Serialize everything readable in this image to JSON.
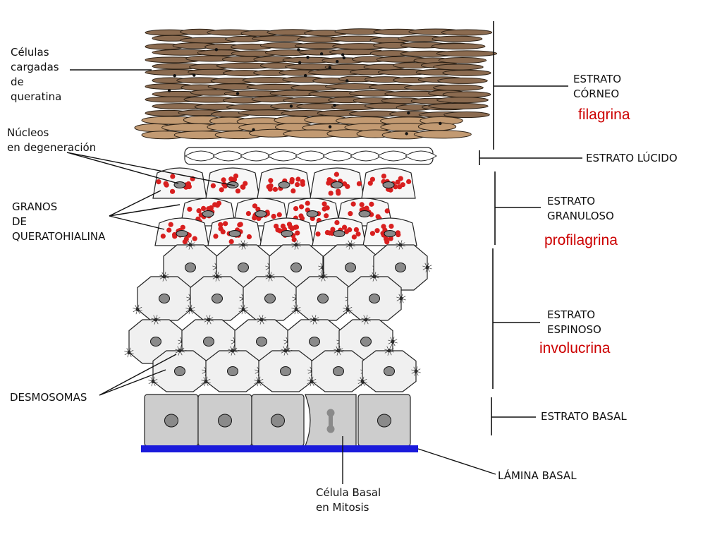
{
  "labels": {
    "corneo_cells": "Células\ncargadas\nde\nqueratina",
    "nuclei_degen": "Núcleos\nen degeneración",
    "keratohyalin": "GRANOS\nDE\nQUERATOHIALINA",
    "desmosomes": "DESMOSOMAS",
    "mitosis_cell": "Célula Basal\nen Mitosis",
    "basal_lamina": "LÁMINA BASAL"
  },
  "layers": [
    {
      "name": "ESTRATO\nCÓRNEO",
      "protein": "filagrina"
    },
    {
      "name": "ESTRATO LÚCIDO",
      "protein": ""
    },
    {
      "name": "ESTRATO\nGRANULOSO",
      "protein": "profilagrina"
    },
    {
      "name": "ESTRATO\nESPINOSO",
      "protein": "involucrina"
    },
    {
      "name": "ESTRATO BASAL",
      "protein": ""
    }
  ],
  "colors": {
    "corneo_cell": "#8b6b50",
    "corneo_cell_light": "#c29a72",
    "granule": "#d81f1f",
    "spinous_cell": "#f0f0f0",
    "basal_cell": "#cdcdcd",
    "nucleus": "#8a8a8a",
    "basal_lamina": "#1a1adb",
    "protein_text": "#cc0000"
  }
}
